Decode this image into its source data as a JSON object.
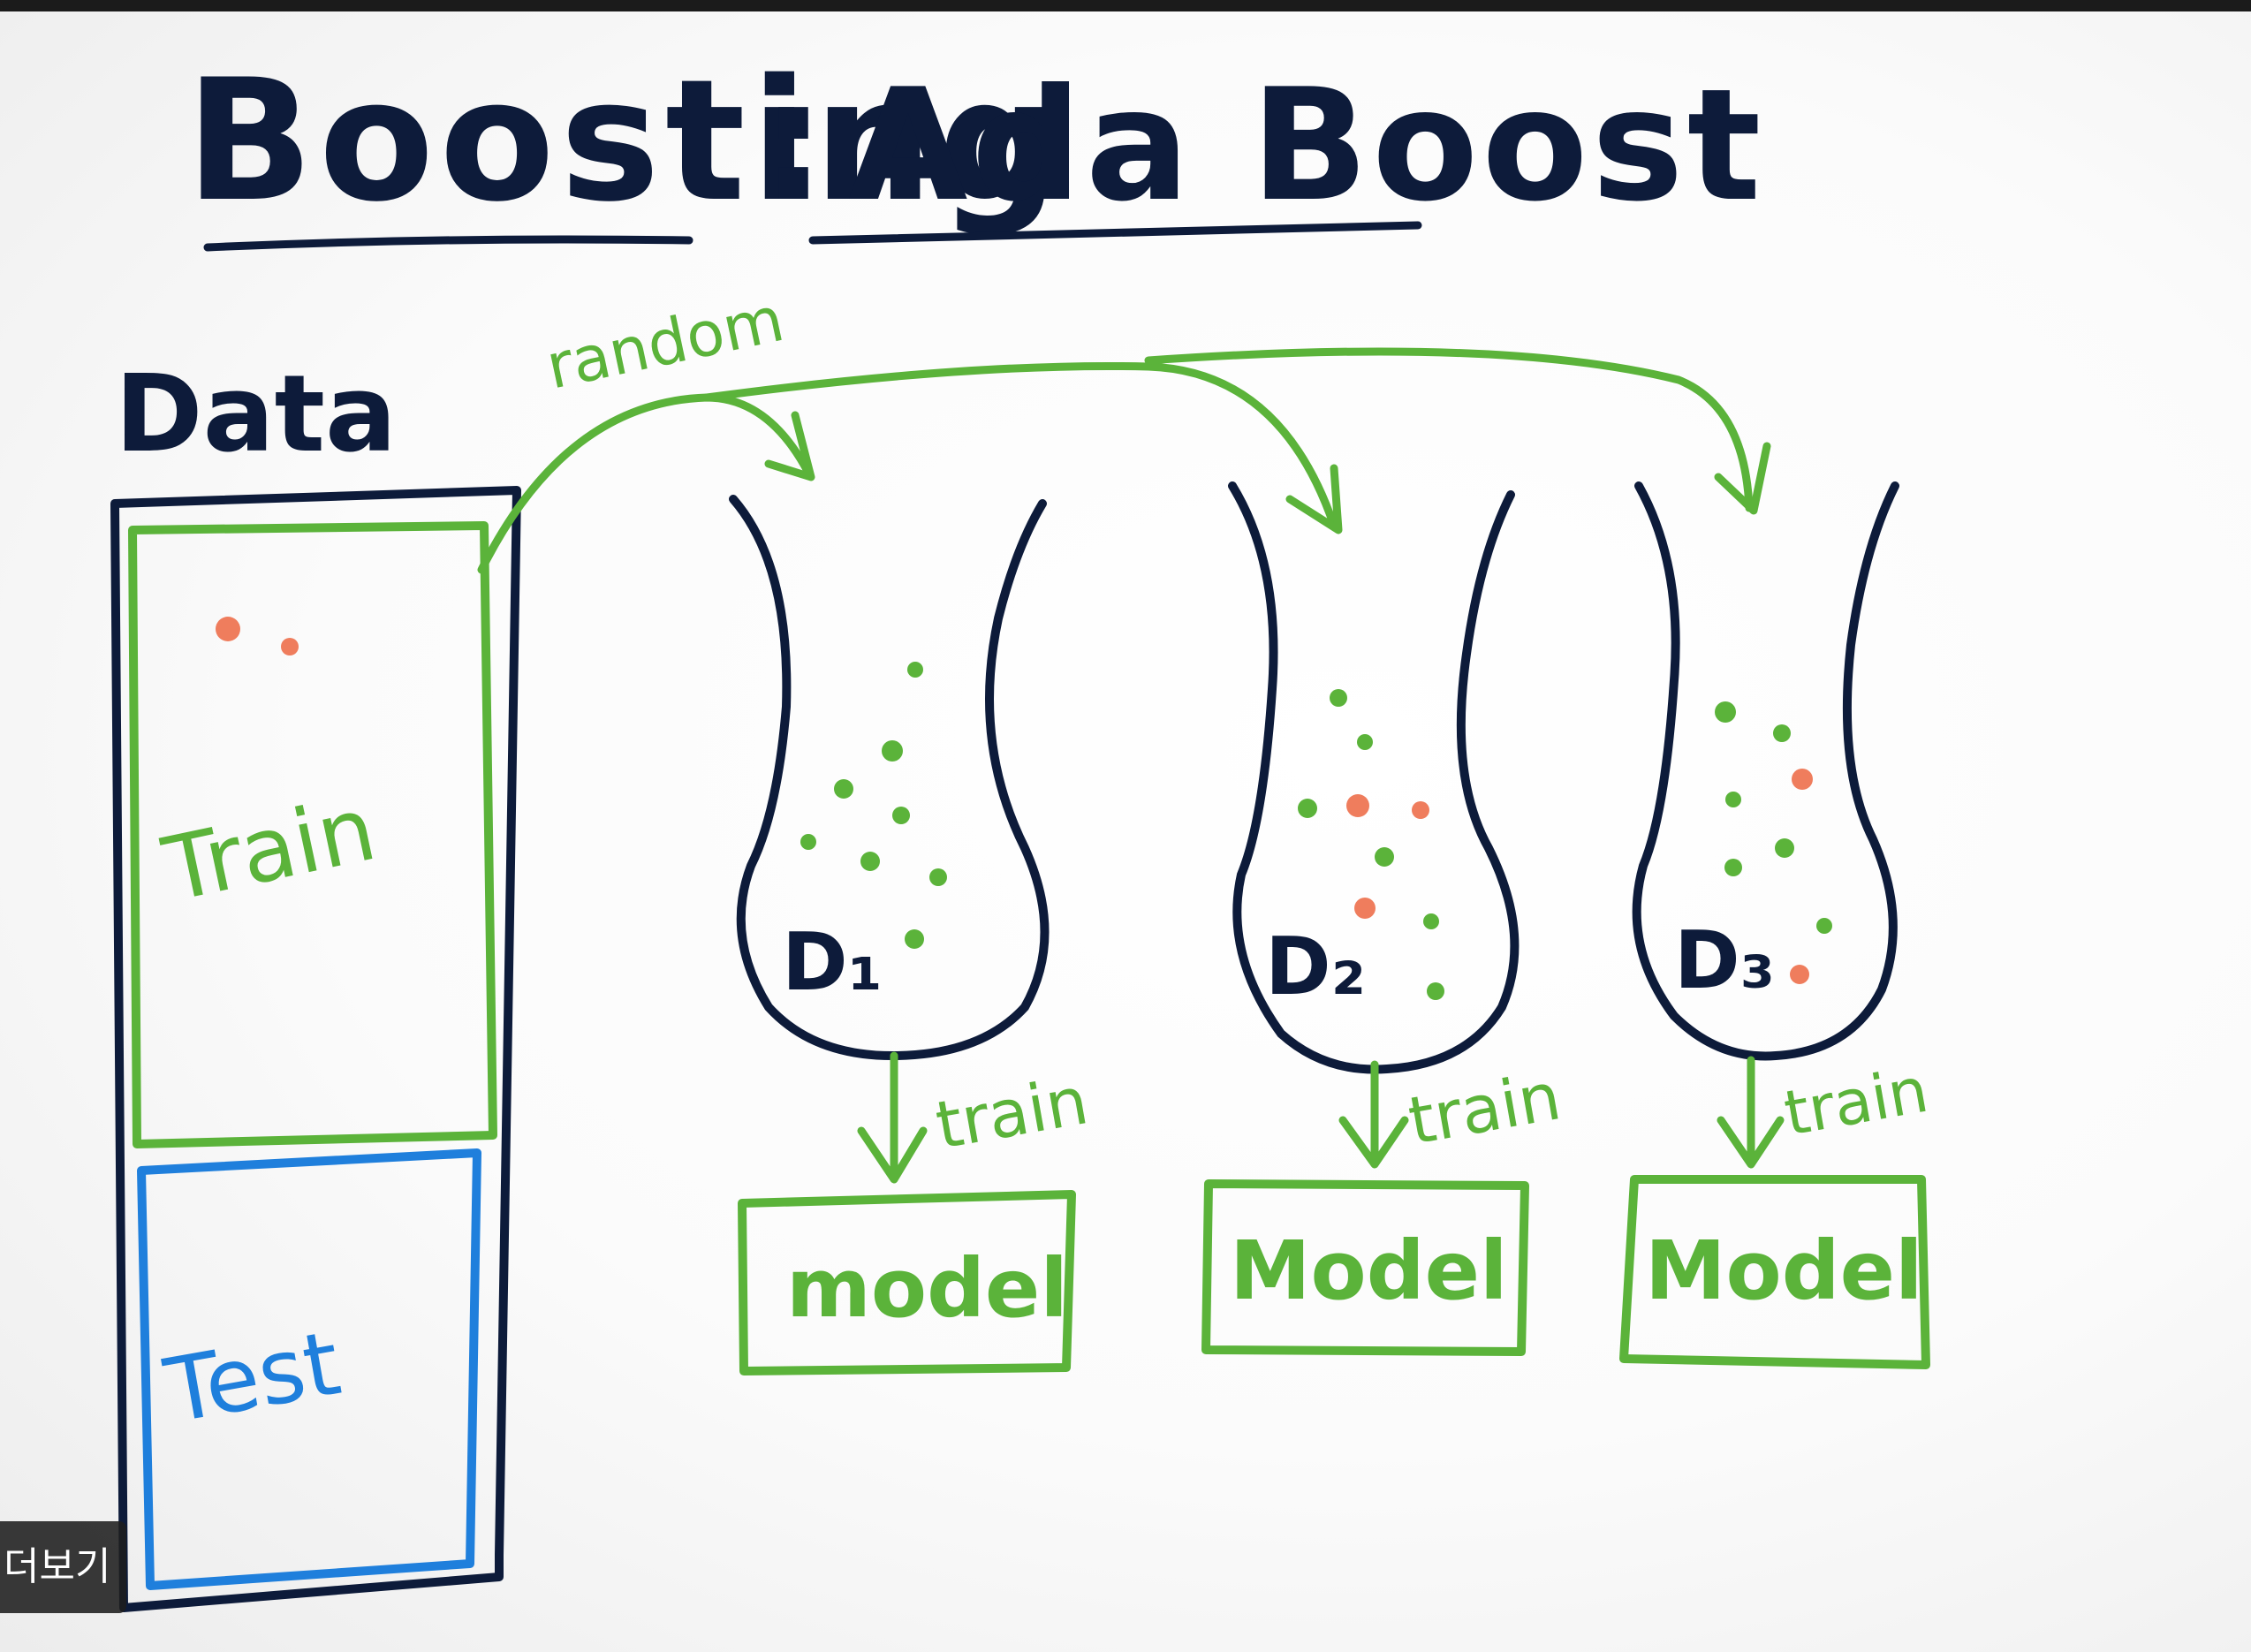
{
  "title": {
    "left": "Boosting",
    "separator": ":",
    "right": "Ada Boost"
  },
  "data_label": "Data",
  "train_label": "Train",
  "test_label": "Test",
  "random_label": "random",
  "datasets": [
    {
      "label": "D₁",
      "train_label": "train",
      "model_label": "model"
    },
    {
      "label": "D₂",
      "train_label": "train",
      "model_label": "Model"
    },
    {
      "label": "D₃",
      "train_label": "train",
      "model_label": "Model"
    }
  ],
  "overlay_text": "더보기",
  "colors": {
    "ink": "#0d1b3a",
    "green": "#5bb33a",
    "blue": "#1f7fdc",
    "orange": "#ef7d5d"
  }
}
